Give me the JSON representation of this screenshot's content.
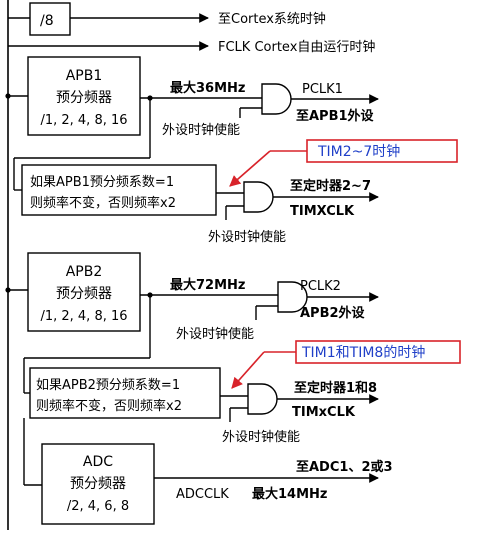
{
  "top": {
    "div8": "/8",
    "to_cortex": "至Cortex系统时钟",
    "fclk": "FCLK Cortex自由运行时钟"
  },
  "apb1": {
    "box_line1": "APB1",
    "box_line2": "预分频器",
    "box_line3": "/1, 2, 4, 8, 16",
    "max": "最大36MHz",
    "pclk": "PCLK1",
    "to_periph": "至APB1外设",
    "enable": "外设时钟使能",
    "tim_box_line1": "如果APB1预分频系数=1",
    "tim_box_line2": "则频率不变，否则频率x2",
    "to_timer": "至定时器2~7",
    "timclk": "TIMXCLK",
    "enable2": "外设时钟使能",
    "callout": "TIM2~7时钟"
  },
  "apb2": {
    "box_line1": "APB2",
    "box_line2": "预分频器",
    "box_line3": "/1, 2, 4, 8, 16",
    "max": "最大72MHz",
    "pclk": "PCLK2",
    "to_periph": "APB2外设",
    "enable": "外设时钟使能",
    "tim_box_line1": "如果APB2预分频系数=1",
    "tim_box_line2": "则频率不变，否则频率x2",
    "to_timer": "至定时器1和8",
    "timclk": "TIMxCLK",
    "enable2": "外设时钟使能",
    "callout": "TIM1和TIM8的时钟"
  },
  "adc": {
    "box_line1": "ADC",
    "box_line2": "预分频器",
    "box_line3": "/2, 4, 6, 8",
    "to_adc": "至ADC1、2或3",
    "adcclk": "ADCCLK",
    "max": "最大14MHz"
  },
  "colors": {
    "callout_border": "#d8232a",
    "callout_text": "#1f3fc8"
  }
}
